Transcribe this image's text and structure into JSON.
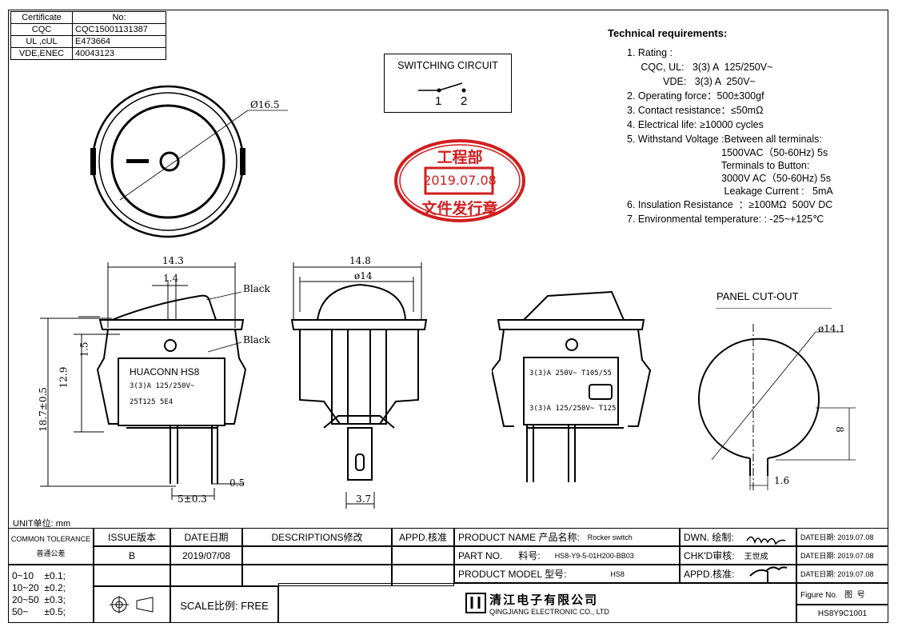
{
  "certificate_table": {
    "header": [
      "Certificate",
      "No:"
    ],
    "rows": [
      [
        "CQC",
        "CQC15001131387"
      ],
      [
        "UL ,cUL",
        "E473664"
      ],
      [
        "VDE,ENEC",
        "40043123"
      ]
    ]
  },
  "switching_circuit": {
    "title": "SWITCHING CIRCUIT",
    "pin1": "1",
    "pin2": "2"
  },
  "stamp": {
    "line1": "工程部",
    "date": "2019.07.08",
    "line3": "文件发行章"
  },
  "technical_requirements": {
    "title": "Technical requirements:",
    "lines": [
      "1. Rating :",
      "     CQC, UL:   3(3) A  125/250V~",
      "             VDE:   3(3) A  250V~",
      "2. Operating force：500±300gf",
      "3. Contact resistance：≤50mΩ",
      "4. Electrical life: ≥10000 cycles",
      "5. Withstand Voltage :Between all terminals:",
      "                                  1500VAC（50-60Hz) 5s",
      "                                  Terminals to Button:",
      "                                  3000V AC（50-60Hz) 5s",
      "                                   Leakage Current :   5mA",
      "6. Insulation Resistance  ：≥100MΩ  500V DC",
      "7. Environmental temperature: : -25~+125℃"
    ]
  },
  "dimensions": {
    "top_diameter": "Ø16.5",
    "front_width": "14.3",
    "front_w2": "1.4",
    "label_black1": "Black",
    "label_black2": "Black",
    "front_h1": "1.5",
    "front_h2": "12.9",
    "front_h3": "18.7±0.5",
    "front_pitch": "5±0.3",
    "front_pin": "0.5",
    "side_width": "14.8",
    "side_diam": "ø14",
    "side_pin": "3.7",
    "panel_diam": "ø14.1",
    "panel_h": "8",
    "panel_w": "1.6",
    "panel_title": "PANEL CUT-OUT"
  },
  "switch_labels": {
    "brand": "HUACONN   HS8",
    "rating": "3(3)A 125/250V~",
    "code": "25T125  5E4",
    "back_line1": "3(3)A 250V~  T105/55",
    "back_line2": "3(3)A 125/250V~ T125"
  },
  "unit": "UNIT单位: mm",
  "title_block": {
    "common_tolerance": "COMMON TOLERANCE",
    "common_tolerance_cn": "普通公差",
    "issue_hdr": "ISSUE版本",
    "date_hdr": "DATE日期",
    "desc_hdr": "DESCRIPTIONS修改",
    "appd_hdr": "APPD.核准",
    "issue": "B",
    "date": "2019/07/08",
    "tolerances": [
      "0~10    ±0.1;",
      "10~20  ±0.2;",
      "20~50  ±0.3;",
      "50~      ±0.5;"
    ],
    "scale": "SCALE比例: FREE",
    "product_name_lbl": "PRODUCT NAME  产品名称:",
    "product_name": "Rocker switch",
    "part_no_lbl": "PART NO.      料号:",
    "part_no": "HS8-Y9-5-01H200-BB03",
    "product_model_lbl": "PRODUCT MODEL 型号:",
    "product_model": "HS8",
    "dwn": "DWN. 绘制:",
    "chkd": "CHK'D审核:",
    "chkd_name": "王世成",
    "appd": "APPD.核准:",
    "date_lbl": "DATE日期: 2019.07.08",
    "figure_no_lbl": "Figure No.   图  号",
    "figure_no": "HS8Y9C1001",
    "company_cn": "清江电子有限公司",
    "company_en": "QINGJIANG ELECTRONIC CO., LTD"
  }
}
